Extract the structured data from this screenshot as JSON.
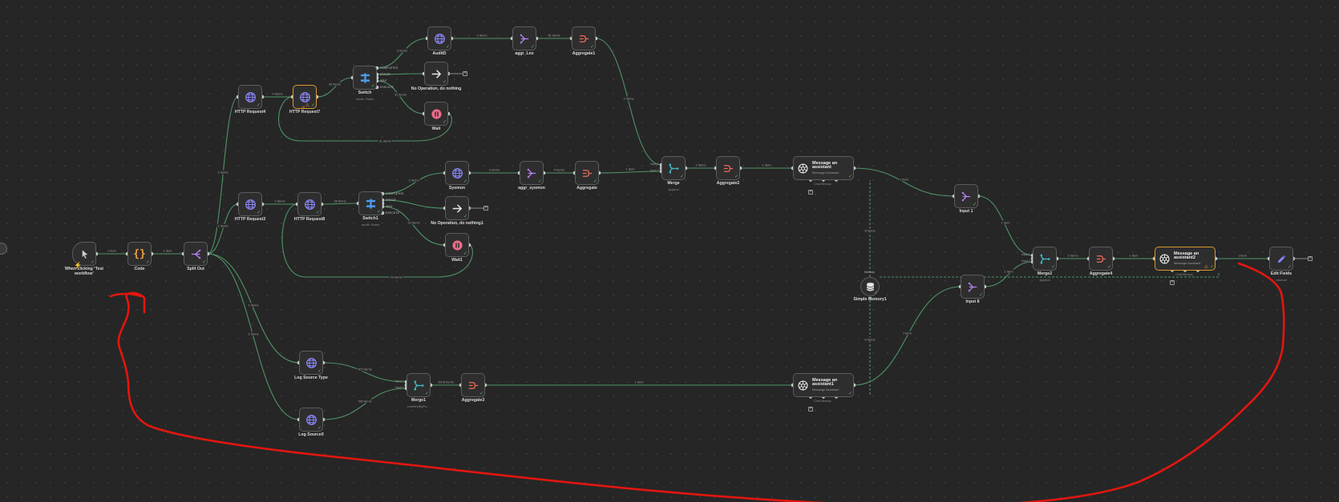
{
  "canvas": {
    "background": "#262626",
    "wire_color": "#4e9466",
    "accent_red": "#e3160f"
  },
  "nodes": [
    {
      "id": "trigger",
      "label": "When clicking ‘Test\nworkflow’",
      "icon": "cursor-icon",
      "kind": "trigger"
    },
    {
      "id": "code",
      "label": "Code",
      "icon": "code-icon"
    },
    {
      "id": "splitout",
      "label": "Split Out",
      "icon": "split-out-icon"
    },
    {
      "id": "http4",
      "label": "HTTP Request4",
      "icon": "globe-icon"
    },
    {
      "id": "http7",
      "label": "HTTP Request7",
      "icon": "globe-icon",
      "warn": true
    },
    {
      "id": "switch",
      "label": "Switch",
      "sub": "mode: Rules",
      "icon": "switch-icon"
    },
    {
      "id": "auditd",
      "label": "AuditD",
      "icon": "globe-icon"
    },
    {
      "id": "aggrlnx",
      "label": "aggr_Lnx",
      "icon": "aggregate-items-icon"
    },
    {
      "id": "aggregate1",
      "label": "Aggregate1",
      "icon": "aggregate-icon"
    },
    {
      "id": "noop",
      "label": "No Operation, do nothing",
      "icon": "arrow-right-icon"
    },
    {
      "id": "wait",
      "label": "Wait",
      "icon": "pause-icon"
    },
    {
      "id": "http3",
      "label": "HTTP Request3",
      "icon": "globe-icon"
    },
    {
      "id": "http8",
      "label": "HTTP Request8",
      "icon": "globe-icon"
    },
    {
      "id": "switch1",
      "label": "Switch1",
      "sub": "mode: Rules",
      "icon": "switch-icon"
    },
    {
      "id": "sysmon",
      "label": "Sysmon",
      "icon": "globe-icon"
    },
    {
      "id": "aggrsysmon",
      "label": "aggr_sysmon",
      "icon": "aggregate-items-icon"
    },
    {
      "id": "aggregate",
      "label": "Aggregate",
      "icon": "aggregate-icon"
    },
    {
      "id": "noop1",
      "label": "No Operation, do nothing1",
      "icon": "arrow-right-icon"
    },
    {
      "id": "wait1",
      "label": "Wait1",
      "icon": "pause-icon"
    },
    {
      "id": "merge",
      "label": "Merge",
      "sub": "append",
      "icon": "merge-icon"
    },
    {
      "id": "aggregate2",
      "label": "Aggregate2",
      "icon": "aggregate-icon"
    },
    {
      "id": "assistant",
      "label": "Message an\nassistant",
      "sub": "Message Assistant",
      "icon": "openai-icon",
      "kind": "wide"
    },
    {
      "id": "input1",
      "label": "Input 1",
      "icon": "aggregate-items-icon"
    },
    {
      "id": "memory",
      "label": "Simple Memory1",
      "icon": "database-icon",
      "kind": "circle"
    },
    {
      "id": "input8",
      "label": "Input 8",
      "icon": "aggregate-items-icon"
    },
    {
      "id": "merge2",
      "label": "Merge2",
      "sub": "append",
      "icon": "merge-icon"
    },
    {
      "id": "aggregate4",
      "label": "Aggregate4",
      "icon": "aggregate-icon"
    },
    {
      "id": "assistant2",
      "label": "Message an\nassistant2",
      "sub": "Message Assistant",
      "icon": "openai-icon",
      "kind": "wide",
      "warn": true
    },
    {
      "id": "editfields",
      "label": "Edit Fields",
      "sub": "manual",
      "icon": "pencil-icon"
    },
    {
      "id": "logsrctype",
      "label": "Log Source Type",
      "icon": "globe-icon"
    },
    {
      "id": "logsrc",
      "label": "Log Source0",
      "icon": "globe-icon"
    },
    {
      "id": "merge1",
      "label": "Merge1",
      "sub": "combineByPo…",
      "icon": "merge-icon"
    },
    {
      "id": "aggregate3",
      "label": "Aggregate3",
      "icon": "aggregate-icon"
    },
    {
      "id": "assistant1",
      "label": "Message an\nassistant1",
      "sub": "Message Assistant",
      "icon": "openai-icon",
      "kind": "wide"
    }
  ],
  "switch_outputs": [
    "COMPLETED",
    "ERROR",
    "WAIT",
    "EXECUTE"
  ],
  "merge_inputs": [
    "Input 1",
    "Input 2"
  ],
  "memory_tag": "Memory",
  "chat_memory_tag": "Chat Memory",
  "edge_labels": {
    "trigger_code": "1 item",
    "code_split": "1 item",
    "split_http4": "2 items",
    "split_http3": "2 items",
    "split_logsrctype": "2 items",
    "split_logsrc": "2 items",
    "http4_http7": "4 items",
    "http7_switch": "33 items",
    "switch_auditd": "2 items",
    "auditd_aggrlnx": "2 items",
    "aggrlnx_agg1": "81 items",
    "switch_wait": "31 items",
    "wait_loop": "31 items",
    "agg1_merge": "2 items",
    "http3_http8": "2 items",
    "http8_switch1": "28 items",
    "switch1_sysmon": "2 items",
    "sysmon_aggr": "2 items",
    "aggr_aggregate": "4 items",
    "aggregate_merge": "1 item",
    "switch1_wait1": "23 items",
    "wait1_loop": "23 items",
    "merge_agg2": "2 items",
    "agg2_assist": "1 item",
    "assist_input1": "1 item",
    "input1_merge2": "1 item",
    "input8_merge2": "1 item",
    "memory_up": "8 items",
    "memory_down": "8 items",
    "assist1_input8": "1 item",
    "merge2_agg4": "2 items",
    "agg4_assist2": "1 item",
    "assist2_edit": "1 item",
    "lst_merge1": "507 items",
    "ls_merge1": "780 items",
    "merge1_agg3": "1578 items",
    "agg3_assist1": "1 item"
  },
  "badges": {
    "http7": "18",
    "switch1_sub": "mode: Rules"
  }
}
